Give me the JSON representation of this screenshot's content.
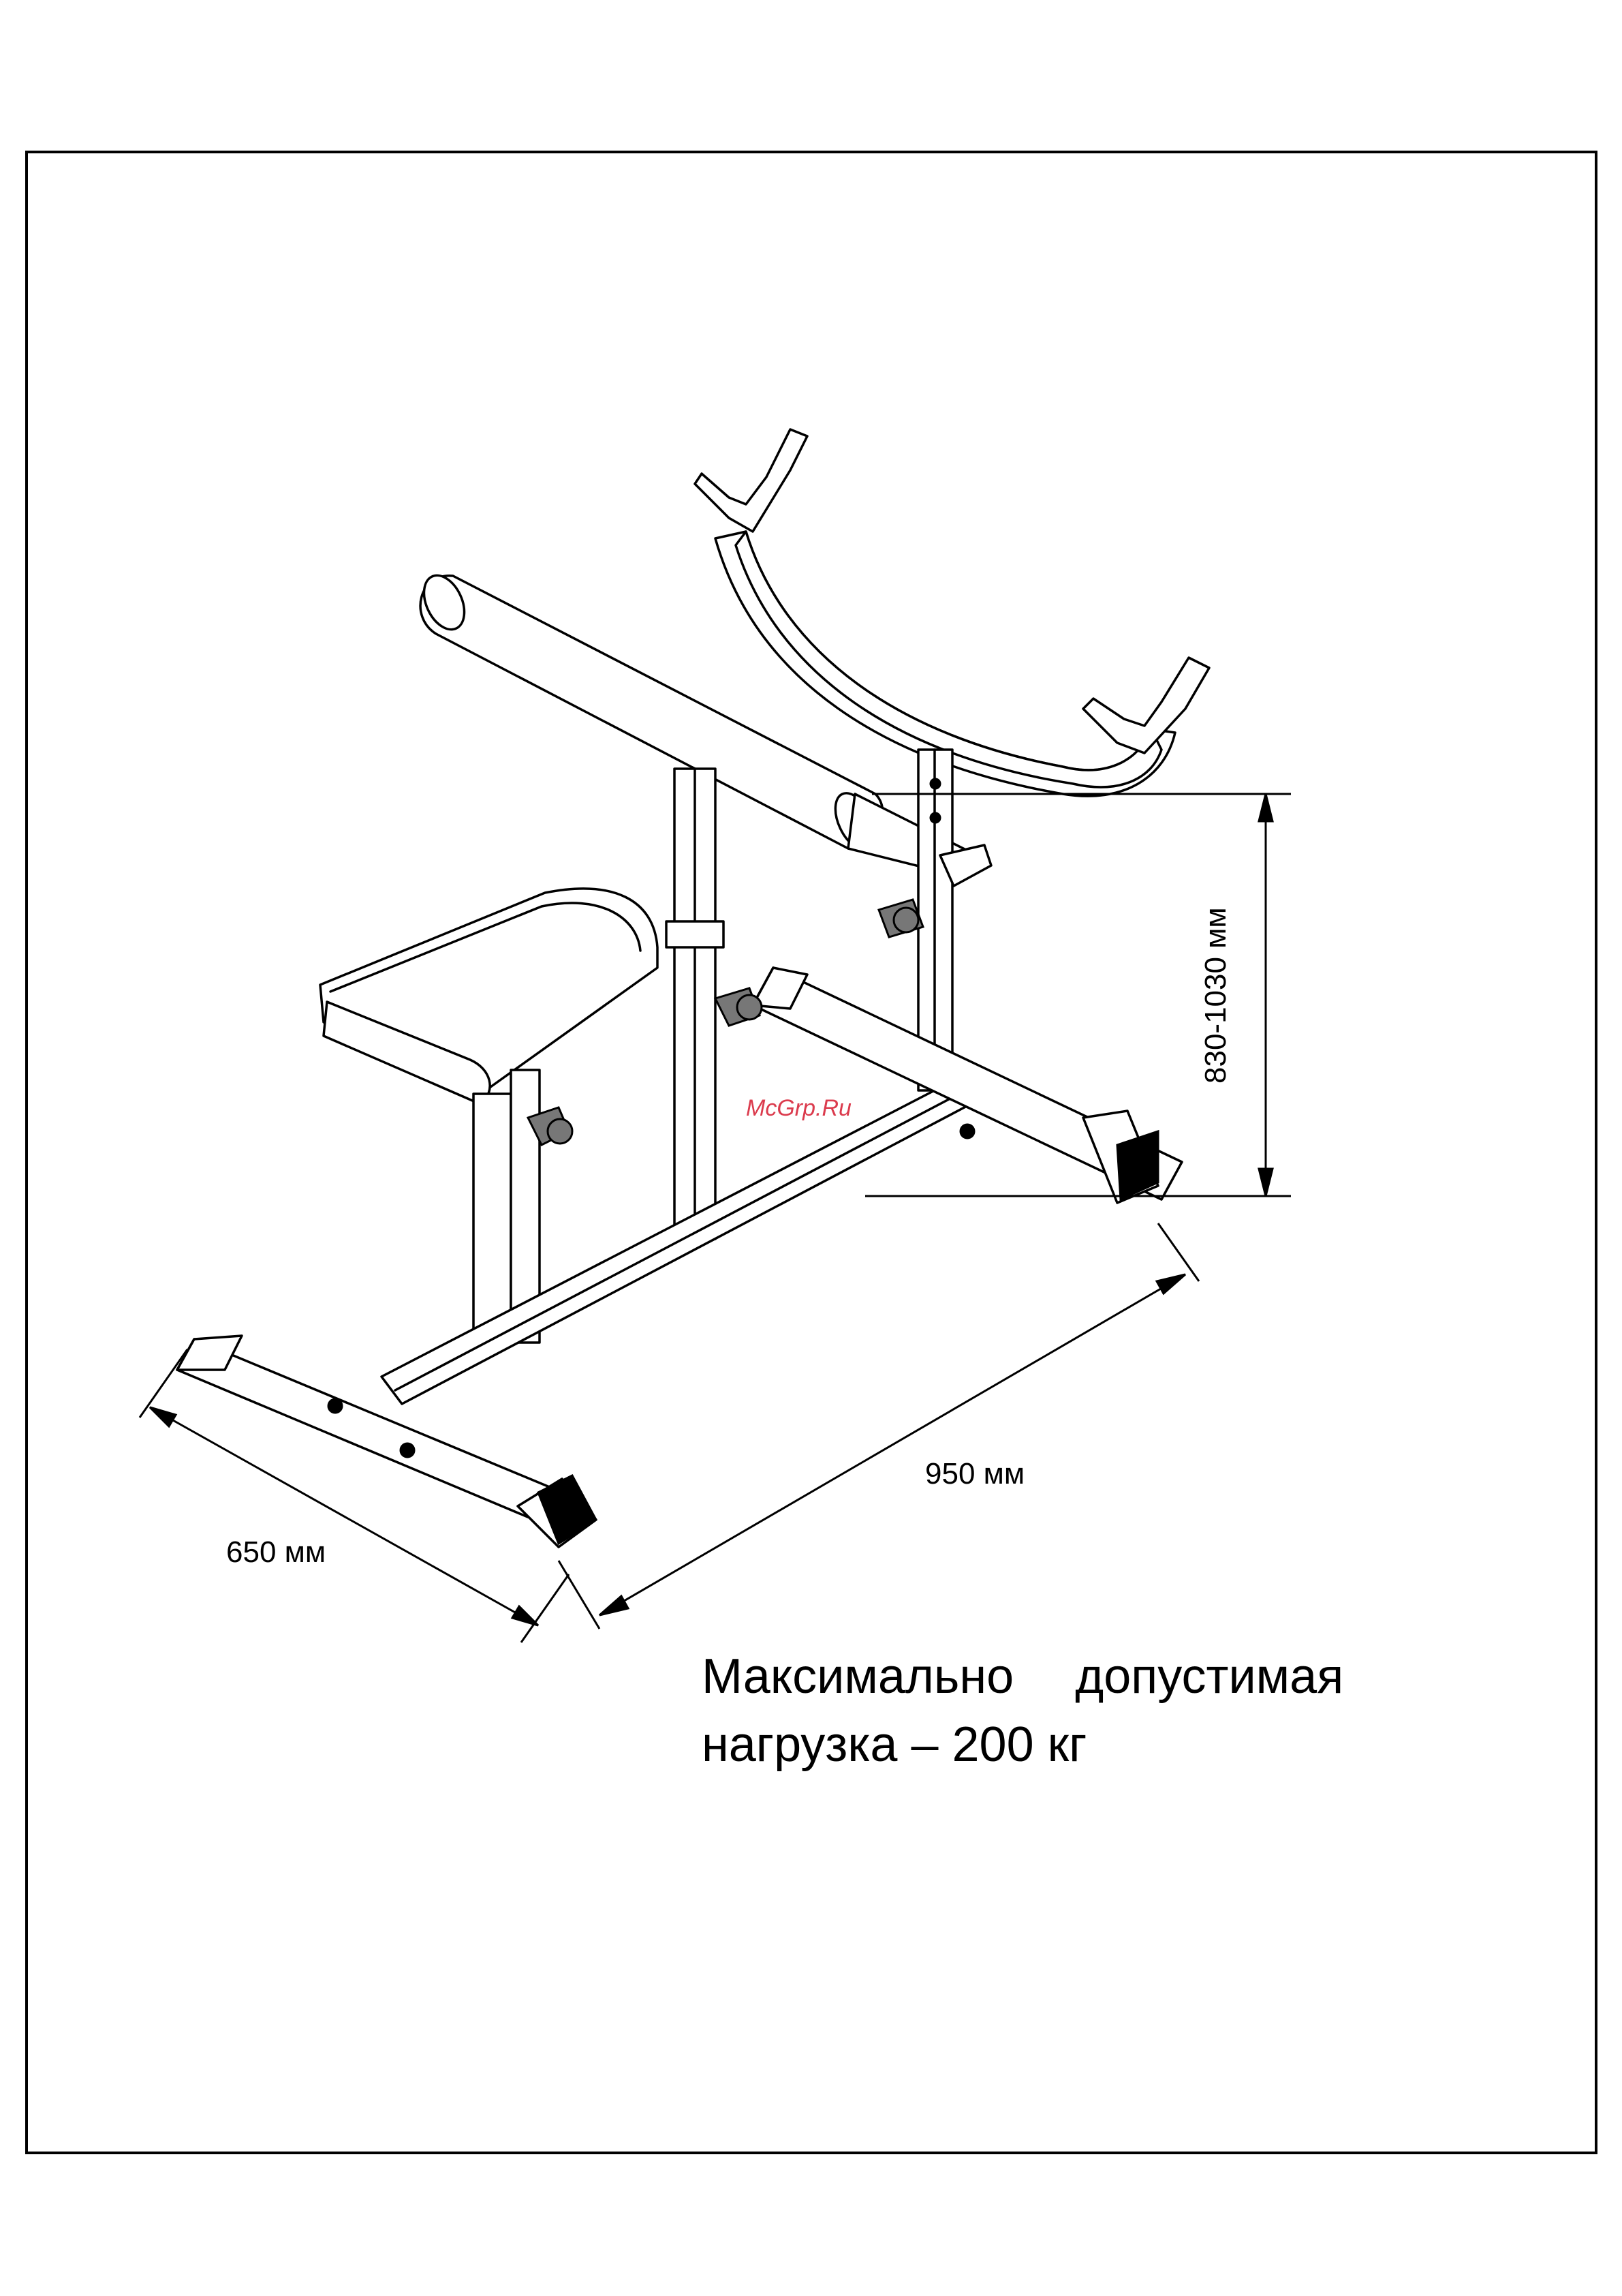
{
  "page": {
    "dimensions": {
      "depth": "650 мм",
      "length": "950 мм",
      "height": "830-1030 мм"
    },
    "watermark": "McGrp.Ru",
    "load_note": {
      "line1": "Максимально допустимая",
      "line2": "нагрузка – 200 кг"
    }
  }
}
